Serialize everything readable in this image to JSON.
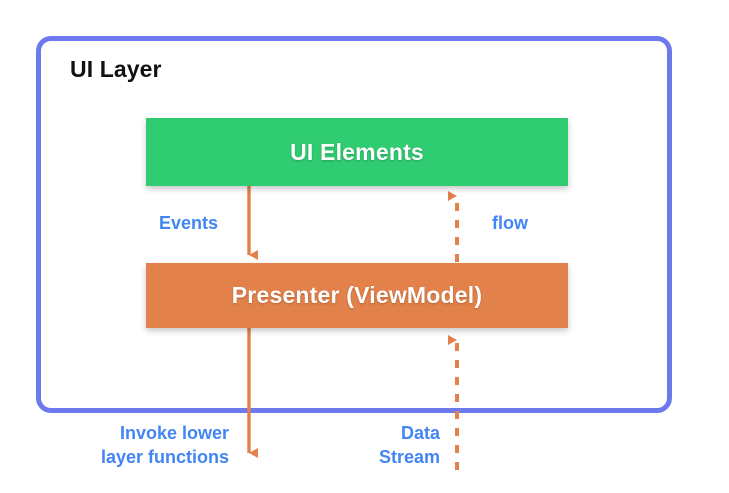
{
  "diagram": {
    "title": "UI Layer",
    "layer": {
      "label": "UI Layer",
      "border_color": "#6c7aee"
    },
    "nodes": [
      {
        "id": "ui-elements",
        "label": "UI Elements",
        "color": "#2fcc71",
        "text_color": "#ffffff"
      },
      {
        "id": "presenter",
        "label": "Presenter (ViewModel)",
        "color": "#e3814a",
        "text_color": "#ffffff"
      }
    ],
    "edges": [
      {
        "id": "events",
        "label": "Events",
        "from": "ui-elements",
        "to": "presenter",
        "style": "solid",
        "direction": "down",
        "color": "#e3814a",
        "label_color": "#4285f4"
      },
      {
        "id": "flow",
        "label": "flow",
        "from": "presenter",
        "to": "ui-elements",
        "style": "dashed",
        "direction": "up",
        "color": "#e3814a",
        "label_color": "#4285f4"
      },
      {
        "id": "invoke-lower-layer-functions",
        "label": "Invoke lower\nlayer functions",
        "from": "presenter",
        "to": "lower-layer",
        "style": "solid",
        "direction": "down",
        "color": "#e3814a",
        "label_color": "#4285f4"
      },
      {
        "id": "data-stream",
        "label": "Data\nStream",
        "from": "lower-layer",
        "to": "presenter",
        "style": "dashed",
        "direction": "up",
        "color": "#e3814a",
        "label_color": "#4285f4"
      }
    ]
  }
}
